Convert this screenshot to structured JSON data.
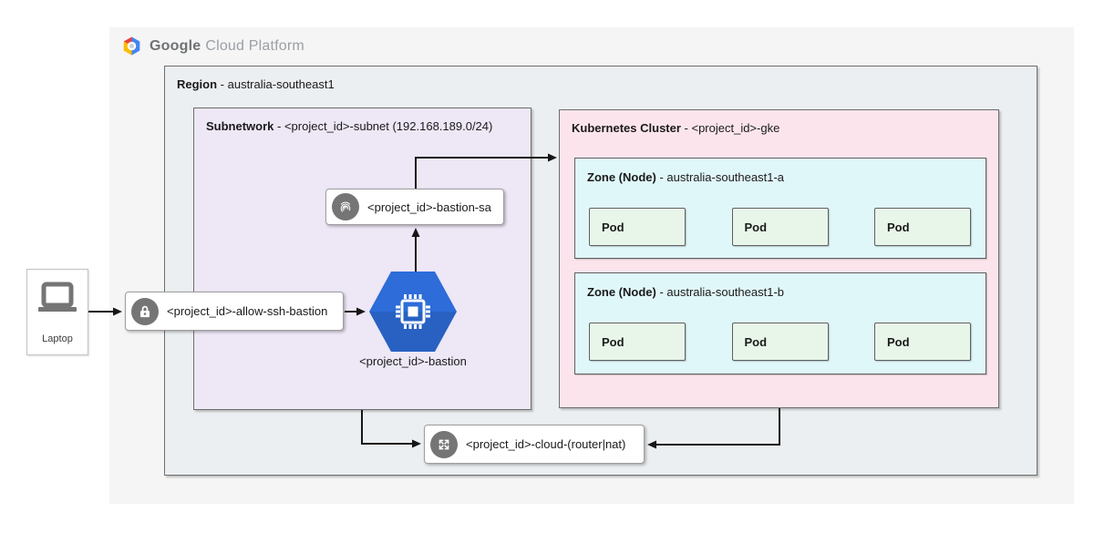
{
  "logo": {
    "brand": "Google",
    "suffix": "Cloud Platform"
  },
  "region": {
    "title": "Region",
    "name": " - australia-southeast1"
  },
  "subnetwork": {
    "title": "Subnetwork",
    "name": " - <project_id>-subnet (192.168.189.0/24)"
  },
  "kubernetes_cluster": {
    "title": "Kubernetes Cluster",
    "name": " - <project_id>-gke",
    "zones": [
      {
        "title": "Zone (Node)",
        "name": " - australia-southeast1-a",
        "pods": [
          "Pod",
          "Pod",
          "Pod"
        ]
      },
      {
        "title": "Zone (Node)",
        "name": " - australia-southeast1-b",
        "pods": [
          "Pod",
          "Pod",
          "Pod"
        ]
      }
    ]
  },
  "nodes": {
    "laptop": {
      "label": "Laptop",
      "icon": "laptop-icon"
    },
    "firewall_rule": {
      "label": "<project_id>-allow-ssh-bastion",
      "icon": "lock-icon"
    },
    "service_account": {
      "label": "<project_id>-bastion-sa",
      "icon": "fingerprint-icon"
    },
    "bastion_vm": {
      "label": "<project_id>-bastion",
      "icon": "compute-engine-hexagon-icon"
    },
    "cloud_router_nat": {
      "label": "<project_id>-cloud-(router|nat)",
      "icon": "router-nat-arrows-icon"
    }
  },
  "colors": {
    "canvas_bg": "#f5f5f5",
    "region_bg": "#eceff1",
    "subnet_bg": "#ede7f6",
    "cluster_bg": "#fce4ec",
    "zone_bg": "#e0f7fa",
    "pod_bg": "#e8f5e9",
    "icon_circle": "#757575",
    "hexagon_blue": "#2d6cd9",
    "logo_red": "#ea4335",
    "logo_yellow": "#fbbc05",
    "logo_blue": "#4285f4",
    "arrow": "#161616"
  }
}
